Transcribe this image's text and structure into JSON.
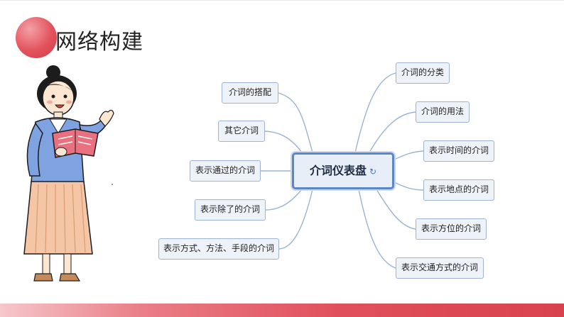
{
  "header": {
    "title": "网络构建"
  },
  "mindmap": {
    "center": "介词仪表盘",
    "left_branches": [
      "介词的搭配",
      "其它介词",
      "表示通过的介词",
      "表示除了的介词",
      "表示方式、方法、手段的介词"
    ],
    "right_branches": [
      "介词的分类",
      "介词的用法",
      "表示时间的介词",
      "表示地点的介词",
      "表示方位的介词",
      "表示交通方式的介词"
    ]
  },
  "colors": {
    "accent": "#e2535d",
    "node_border": "#9fb3d4",
    "node_fill": "#eef2f9",
    "center_border": "#5b87c4",
    "link": "#9bb1d3"
  },
  "icons": [
    "teacher-illustration",
    "mindmap-center-emblem"
  ]
}
